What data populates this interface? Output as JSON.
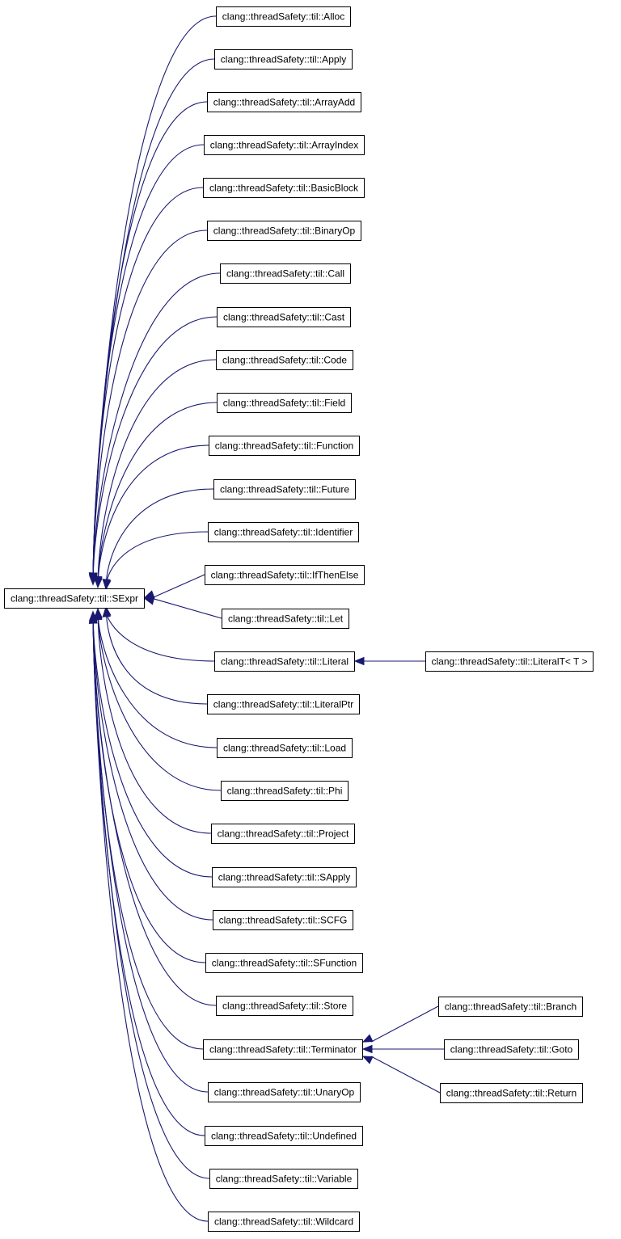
{
  "colors": {
    "edge": "#191970",
    "border": "#000000",
    "background": "#ffffff",
    "text": "#000000"
  },
  "nodes": {
    "sexpr": "clang::threadSafety::til::SExpr",
    "alloc": "clang::threadSafety::til::Alloc",
    "apply": "clang::threadSafety::til::Apply",
    "arrayadd": "clang::threadSafety::til::ArrayAdd",
    "arrayindex": "clang::threadSafety::til::ArrayIndex",
    "basicblock": "clang::threadSafety::til::BasicBlock",
    "binaryop": "clang::threadSafety::til::BinaryOp",
    "call": "clang::threadSafety::til::Call",
    "cast": "clang::threadSafety::til::Cast",
    "code": "clang::threadSafety::til::Code",
    "field": "clang::threadSafety::til::Field",
    "function": "clang::threadSafety::til::Function",
    "future": "clang::threadSafety::til::Future",
    "identifier": "clang::threadSafety::til::Identifier",
    "ifthenelse": "clang::threadSafety::til::IfThenElse",
    "let": "clang::threadSafety::til::Let",
    "literal": "clang::threadSafety::til::Literal",
    "literalptr": "clang::threadSafety::til::LiteralPtr",
    "load": "clang::threadSafety::til::Load",
    "phi": "clang::threadSafety::til::Phi",
    "project": "clang::threadSafety::til::Project",
    "sapply": "clang::threadSafety::til::SApply",
    "scfg": "clang::threadSafety::til::SCFG",
    "sfunction": "clang::threadSafety::til::SFunction",
    "store": "clang::threadSafety::til::Store",
    "terminator": "clang::threadSafety::til::Terminator",
    "unaryop": "clang::threadSafety::til::UnaryOp",
    "undefined": "clang::threadSafety::til::Undefined",
    "variable": "clang::threadSafety::til::Variable",
    "wildcard": "clang::threadSafety::til::Wildcard",
    "literalt": "clang::threadSafety::til::LiteralT< T >",
    "branch": "clang::threadSafety::til::Branch",
    "goto": "clang::threadSafety::til::Goto",
    "return": "clang::threadSafety::til::Return"
  },
  "edges": [
    {
      "from": "alloc",
      "to": "sexpr"
    },
    {
      "from": "apply",
      "to": "sexpr"
    },
    {
      "from": "arrayadd",
      "to": "sexpr"
    },
    {
      "from": "arrayindex",
      "to": "sexpr"
    },
    {
      "from": "basicblock",
      "to": "sexpr"
    },
    {
      "from": "binaryop",
      "to": "sexpr"
    },
    {
      "from": "call",
      "to": "sexpr"
    },
    {
      "from": "cast",
      "to": "sexpr"
    },
    {
      "from": "code",
      "to": "sexpr"
    },
    {
      "from": "field",
      "to": "sexpr"
    },
    {
      "from": "function",
      "to": "sexpr"
    },
    {
      "from": "future",
      "to": "sexpr"
    },
    {
      "from": "identifier",
      "to": "sexpr"
    },
    {
      "from": "ifthenelse",
      "to": "sexpr"
    },
    {
      "from": "let",
      "to": "sexpr"
    },
    {
      "from": "literal",
      "to": "sexpr"
    },
    {
      "from": "literalptr",
      "to": "sexpr"
    },
    {
      "from": "load",
      "to": "sexpr"
    },
    {
      "from": "phi",
      "to": "sexpr"
    },
    {
      "from": "project",
      "to": "sexpr"
    },
    {
      "from": "sapply",
      "to": "sexpr"
    },
    {
      "from": "scfg",
      "to": "sexpr"
    },
    {
      "from": "sfunction",
      "to": "sexpr"
    },
    {
      "from": "store",
      "to": "sexpr"
    },
    {
      "from": "terminator",
      "to": "sexpr"
    },
    {
      "from": "unaryop",
      "to": "sexpr"
    },
    {
      "from": "undefined",
      "to": "sexpr"
    },
    {
      "from": "variable",
      "to": "sexpr"
    },
    {
      "from": "wildcard",
      "to": "sexpr"
    },
    {
      "from": "literalt",
      "to": "literal"
    },
    {
      "from": "branch",
      "to": "terminator"
    },
    {
      "from": "goto",
      "to": "terminator"
    },
    {
      "from": "return",
      "to": "terminator"
    }
  ]
}
